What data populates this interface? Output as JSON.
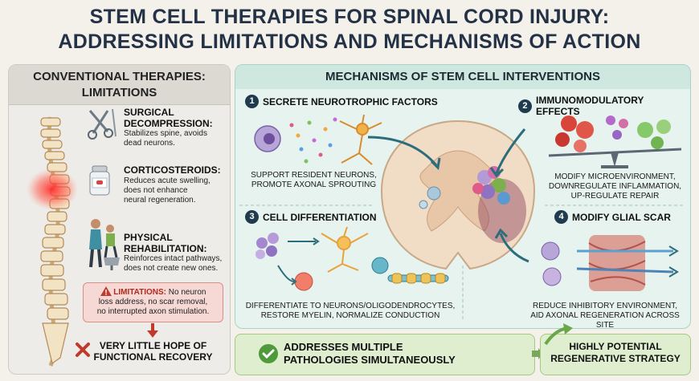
{
  "title": {
    "line1": "STEM CELL THERAPIES FOR SPINAL CORD INJURY:",
    "line2": "ADDRESSING LIMITATIONS AND MECHANISMS OF ACTION"
  },
  "conventional": {
    "heading_line1": "CONVENTIONAL THERAPIES:",
    "heading_line2": "LIMITATIONS",
    "items": [
      {
        "title": "SURGICAL DECOMPRESSION:",
        "desc_line1": "Stabilizes spine, avoids",
        "desc_line2": "dead neurons.",
        "desc_line3": ""
      },
      {
        "title": "CORTICOSTEROIDS:",
        "desc_line1": "Reduces acute swelling,",
        "desc_line2": "does not enhance",
        "desc_line3": "neural regeneration."
      },
      {
        "title": "PHYSICAL REHABILITATION:",
        "desc_line1": "Reinforces intact pathways,",
        "desc_line2": "does not create new ones.",
        "desc_line3": ""
      }
    ],
    "limitations_label": "LIMITATIONS:",
    "limitations_line1": "No neuron",
    "limitations_line2": "loss address, no scar removal,",
    "limitations_line3": "no interrupted axon stimulation.",
    "hope_line1": "VERY LITTLE HOPE OF",
    "hope_line2": "FUNCTIONAL RECOVERY"
  },
  "mechanisms": {
    "heading": "MECHANISMS OF STEM CELL INTERVENTIONS",
    "items": [
      {
        "number": "1",
        "title": "SECRETE NEUROTROPHIC FACTORS",
        "caption_line1": "SUPPORT RESIDENT NEURONS,",
        "caption_line2": "PROMOTE AXONAL SPROUTING",
        "caption_line3": ""
      },
      {
        "number": "2",
        "title": "IMMUNOMODULATORY EFFECTS",
        "caption_line1": "MODIFY MICROENVIRONMENT,",
        "caption_line2": "DOWNREGULATE INFLAMMATION,",
        "caption_line3": "UP-REGULATE REPAIR"
      },
      {
        "number": "3",
        "title": "CELL DIFFERENTIATION",
        "caption_line1": "DIFFERENTIATE TO NEURONS/OLIGODENDROCYTES,",
        "caption_line2": "RESTORE MYELIN, NORMALIZE CONDUCTION",
        "caption_line3": ""
      },
      {
        "number": "4",
        "title": "MODIFY GLIAL SCAR",
        "caption_line1": "REDUCE INHIBITORY ENVIRONMENT,",
        "caption_line2": "AID AXONAL REGENERATION ACROSS SITE",
        "caption_line3": ""
      }
    ]
  },
  "bottom": {
    "addresses_line1": "ADDRESSES MULTIPLE",
    "addresses_line2": "PATHOLOGIES SIMULTANEOUSLY",
    "strategy_line1": "HIGHLY POTENTIAL",
    "strategy_line2": "REGENERATIVE STRATEGY"
  },
  "colors": {
    "title": "#243247",
    "accent_teal": "#2e7d6f",
    "warning_red": "#c0392b",
    "check_green": "#4f9a3a"
  },
  "icons": [
    "scalpel-icon",
    "pill-bottle-icon",
    "rehab-icon",
    "warning-icon",
    "cross-icon",
    "check-icon",
    "spine-icon",
    "spinal-cord-section-icon",
    "neuron-icon",
    "stem-cell-icon",
    "balance-scale-icon",
    "glial-scar-icon"
  ]
}
